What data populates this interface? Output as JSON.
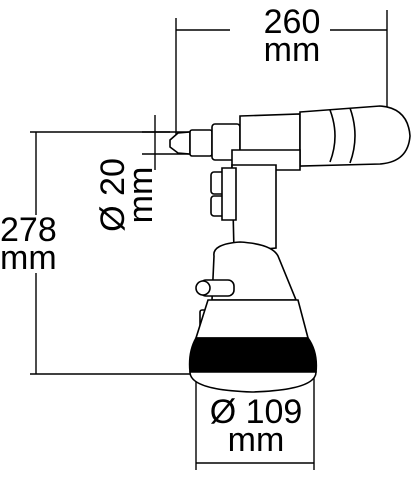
{
  "dimensions": {
    "width": {
      "value": "260",
      "unit": "mm"
    },
    "height": {
      "value": "278",
      "unit": "mm"
    },
    "nozzle_diameter": {
      "value": "Ø 20",
      "unit": "mm"
    },
    "base_diameter": {
      "value": "Ø 109",
      "unit": "mm"
    }
  },
  "colors": {
    "line": "#000000",
    "fill": "#ffffff",
    "base_band": "#000000"
  }
}
